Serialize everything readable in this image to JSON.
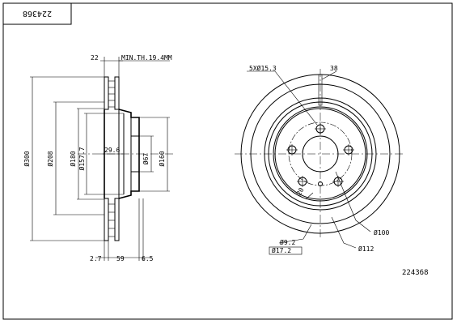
{
  "drawing": {
    "part_number_top": "224368",
    "part_number_bottom": "224368",
    "side_view": {
      "dim_22": "22",
      "min_thickness": "MIN.TH.19.4MM",
      "dia_300": "Ø300",
      "dia_208": "Ø208",
      "dia_180": "Ø180",
      "dia_157_7": "Ø157.7",
      "dim_29_6": "29.6",
      "dia_67": "Ø67",
      "dia_160": "Ø160",
      "dim_2_7": "2.7",
      "dim_59": "59",
      "dim_6_5": "6.5"
    },
    "front_view": {
      "bolt_holes": "5XØ15.3",
      "dim_38": "38",
      "dim_20": "20",
      "dia_100": "Ø100",
      "dia_112": "Ø112",
      "dia_9_2": "Ø9.2",
      "flat_label": "Ø17.2"
    }
  }
}
